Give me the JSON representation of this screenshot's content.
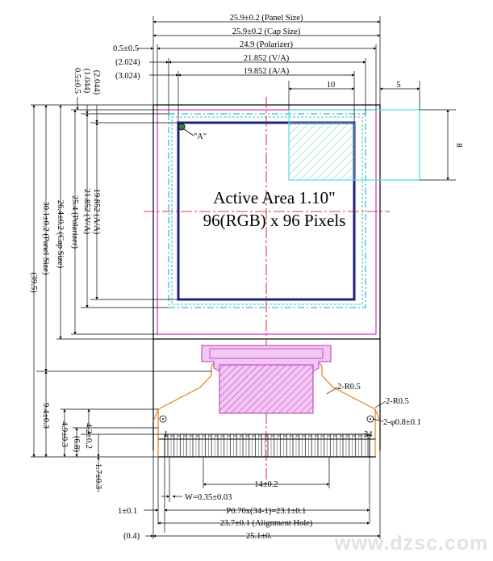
{
  "dims_top": {
    "panel_size": "25.9±0.2 (Panel Size)",
    "cap_size": "25.9±0.2 (Cap Size)",
    "polarizer_offset": "0.5±0.5",
    "polarizer": "24.9 (Polarizer)",
    "va_offset": "(2.024)",
    "va": "21.852 (V/A)",
    "aa_offset": "(3.024)",
    "aa": "19.852 (A/A)",
    "ten": "10",
    "five": "5"
  },
  "dims_left": {
    "top_0_5": "0.5±0.5",
    "top_1_044": "(1.044)",
    "top_2_044": "(2.044)",
    "aa": "19.852 (A/A)",
    "va": "21.852 (V/A)",
    "polarizer": "25.4 (Polarizer)",
    "cap": "26.4±0.2 (Cap Size)",
    "panel": "30.1±0.2 (Panel Size)",
    "overall": "(39.5)",
    "fpc_9_4": "9.4±0.3",
    "fpc_4_9": "4.9±0.3",
    "fpc_6_8": "(6.8)",
    "fpc_4_2": "4.2±0.2",
    "fpc_1_7": "1.7±0.3"
  },
  "dims_right": {
    "eight": "8"
  },
  "callouts": {
    "point_a": "\"A\"",
    "r05_left": "2-R0.5",
    "r05_right": "2-R0.5",
    "hole": "2-φ0.8±0.1",
    "pin1": "1",
    "pin34": "34"
  },
  "dims_bottom": {
    "fourteen": "14±0.2",
    "w": "W=0.35±0.03",
    "one": "1±0.1",
    "pitch": "P0.70x(34-1)=23.1±0.1",
    "align_hole": "23.7±0.1 (Alignment Hole)",
    "zero_four": "(0.4)",
    "bottom_25_1": "25.1±0."
  },
  "center_label": {
    "line1": "Active Area 1.10\"",
    "line2": "96(RGB) x 96 Pixels"
  },
  "watermark": "www.dzsc.com",
  "colors": {
    "polarizer": "#cc33cc",
    "visible_area": "#00aacc",
    "cyan_box": "#55dddd",
    "centerline": "#cc0000",
    "fpc_outline": "#e08020",
    "stiffener": "#cc44cc"
  }
}
